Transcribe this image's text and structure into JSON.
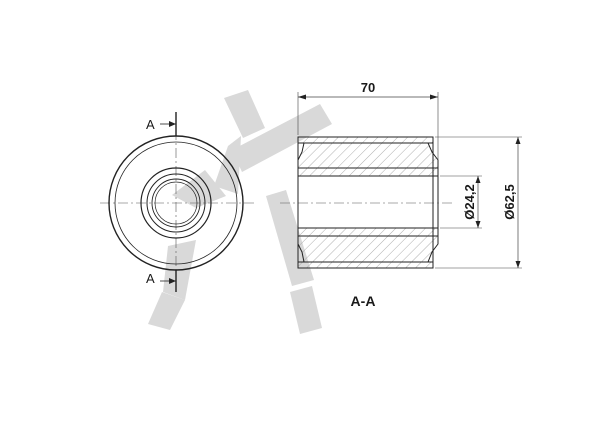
{
  "drawing": {
    "dimensions": {
      "length": "70",
      "inner_diameter": "Ø24,2",
      "outer_diameter": "Ø62,5"
    },
    "section_marks": {
      "top": "A",
      "bottom": "A"
    },
    "section_title": "A-A"
  }
}
